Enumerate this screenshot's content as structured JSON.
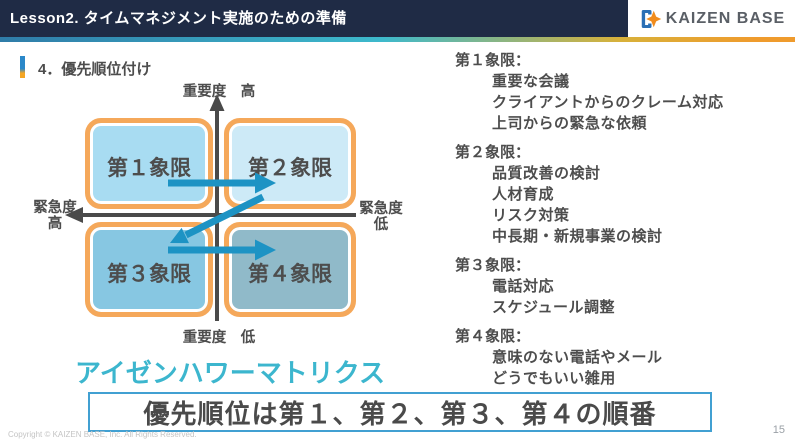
{
  "header": {
    "title": "Lesson2. タイムマネジメント実施のための準備",
    "logo_text": "KAIZEN BASE"
  },
  "section": {
    "heading": "4．優先順位付け"
  },
  "matrix": {
    "axis_top": "重要度　高",
    "axis_bottom": "重要度　低",
    "axis_left_line1": "緊急度",
    "axis_left_line2": "高",
    "axis_right_line1": "緊急度",
    "axis_right_line2": "低",
    "quadrants": [
      {
        "label": "第１象限",
        "color": "#a8dcf2"
      },
      {
        "label": "第２象限",
        "color": "#cdeaf7"
      },
      {
        "label": "第３象限",
        "color": "#87c7e2"
      },
      {
        "label": "第４象限",
        "color": "#90bac9"
      }
    ],
    "caption": "アイゼンハワーマトリクス"
  },
  "details": {
    "groups": [
      {
        "title": "第１象限：",
        "items": [
          "重要な会議",
          "クライアントからのクレーム対応",
          "上司からの緊急な依頼"
        ]
      },
      {
        "title": "第２象限：",
        "items": [
          "品質改善の検討",
          "人材育成",
          "リスク対策",
          "中長期・新規事業の検討"
        ]
      },
      {
        "title": "第３象限：",
        "items": [
          "電話対応",
          "スケジュール調整"
        ]
      },
      {
        "title": "第４象限：",
        "items": [
          "意味のない電話やメール",
          "どうでもいい雑用"
        ]
      }
    ]
  },
  "conclusion": "優先順位は第１、第２、第３、第４の順番",
  "footer": {
    "copyright": "Copyright © KAIZEN BASE, Inc. All Rights Reserved.",
    "page_number": "15"
  },
  "colors": {
    "header_bg": "#1f2b45",
    "accent_orange_border": "#f5a85a",
    "arrow_blue": "#1d93c4",
    "axis_gray": "#4a4a4a",
    "caption_teal": "#3cb6ce",
    "conclusion_border": "#41a0d2"
  }
}
